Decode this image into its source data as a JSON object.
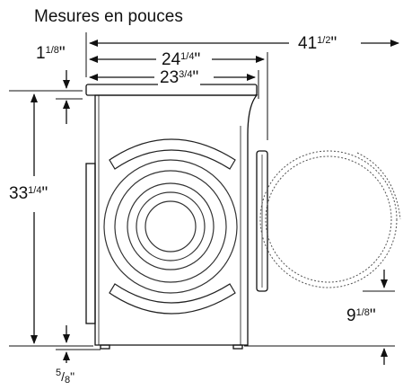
{
  "title": "Mesures en pouces",
  "dimensions": {
    "total_depth": {
      "whole": "41",
      "frac": "1/2",
      "unit": "\""
    },
    "depth_outer": {
      "whole": "24",
      "frac": "1/4",
      "unit": "\""
    },
    "depth_inner": {
      "whole": "23",
      "frac": "3/4",
      "unit": "\""
    },
    "top_offset": {
      "whole": "1",
      "frac": "1/8",
      "unit": "\""
    },
    "height": {
      "whole": "33",
      "frac": "1/4",
      "unit": "\""
    },
    "door_clearance": {
      "whole": "9",
      "frac": "1/8",
      "unit": "\""
    },
    "feet_height": {
      "num": "5",
      "den": "8",
      "unit": "\""
    }
  },
  "colors": {
    "line": "#111111",
    "dashed": "#555555",
    "ring": "#444444"
  }
}
